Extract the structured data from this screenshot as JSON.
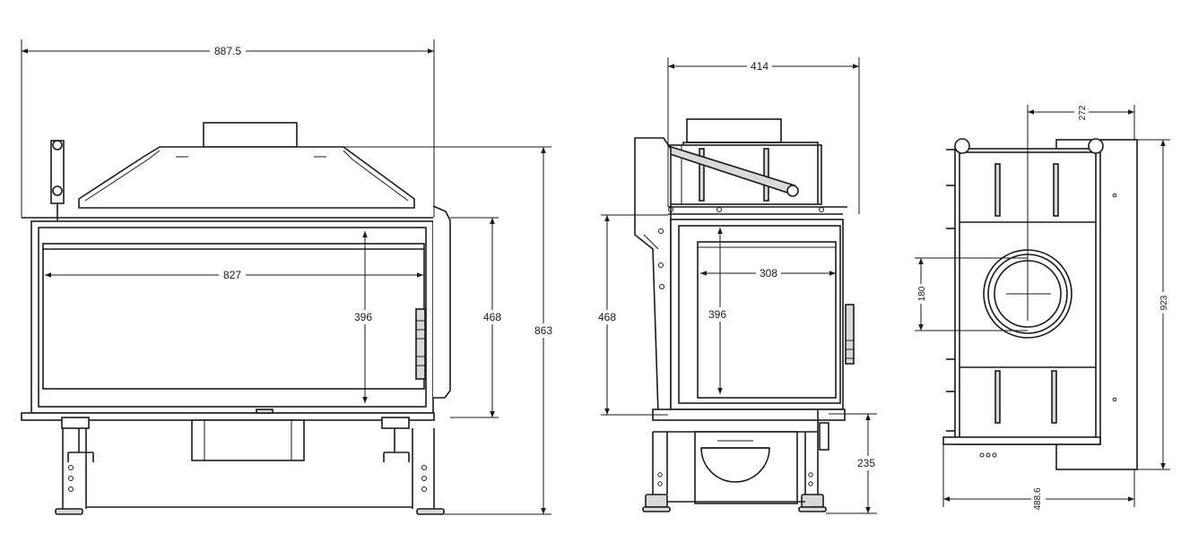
{
  "front_view": {
    "overall_width": "887.5",
    "glass_width": "827",
    "glass_height": "396",
    "door_height": "468",
    "overall_height": "863"
  },
  "side_view": {
    "depth": "414",
    "glass_width": "308",
    "glass_height": "396",
    "door_height": "468",
    "base_height": "235"
  },
  "top_view": {
    "flue_offset": "272",
    "flue_diameter": "180",
    "overall_depth": "923",
    "width": "488.6"
  },
  "colors": {
    "line": "#1a1a1a",
    "fill_grey": "#d9d9d9",
    "background": "#ffffff"
  }
}
